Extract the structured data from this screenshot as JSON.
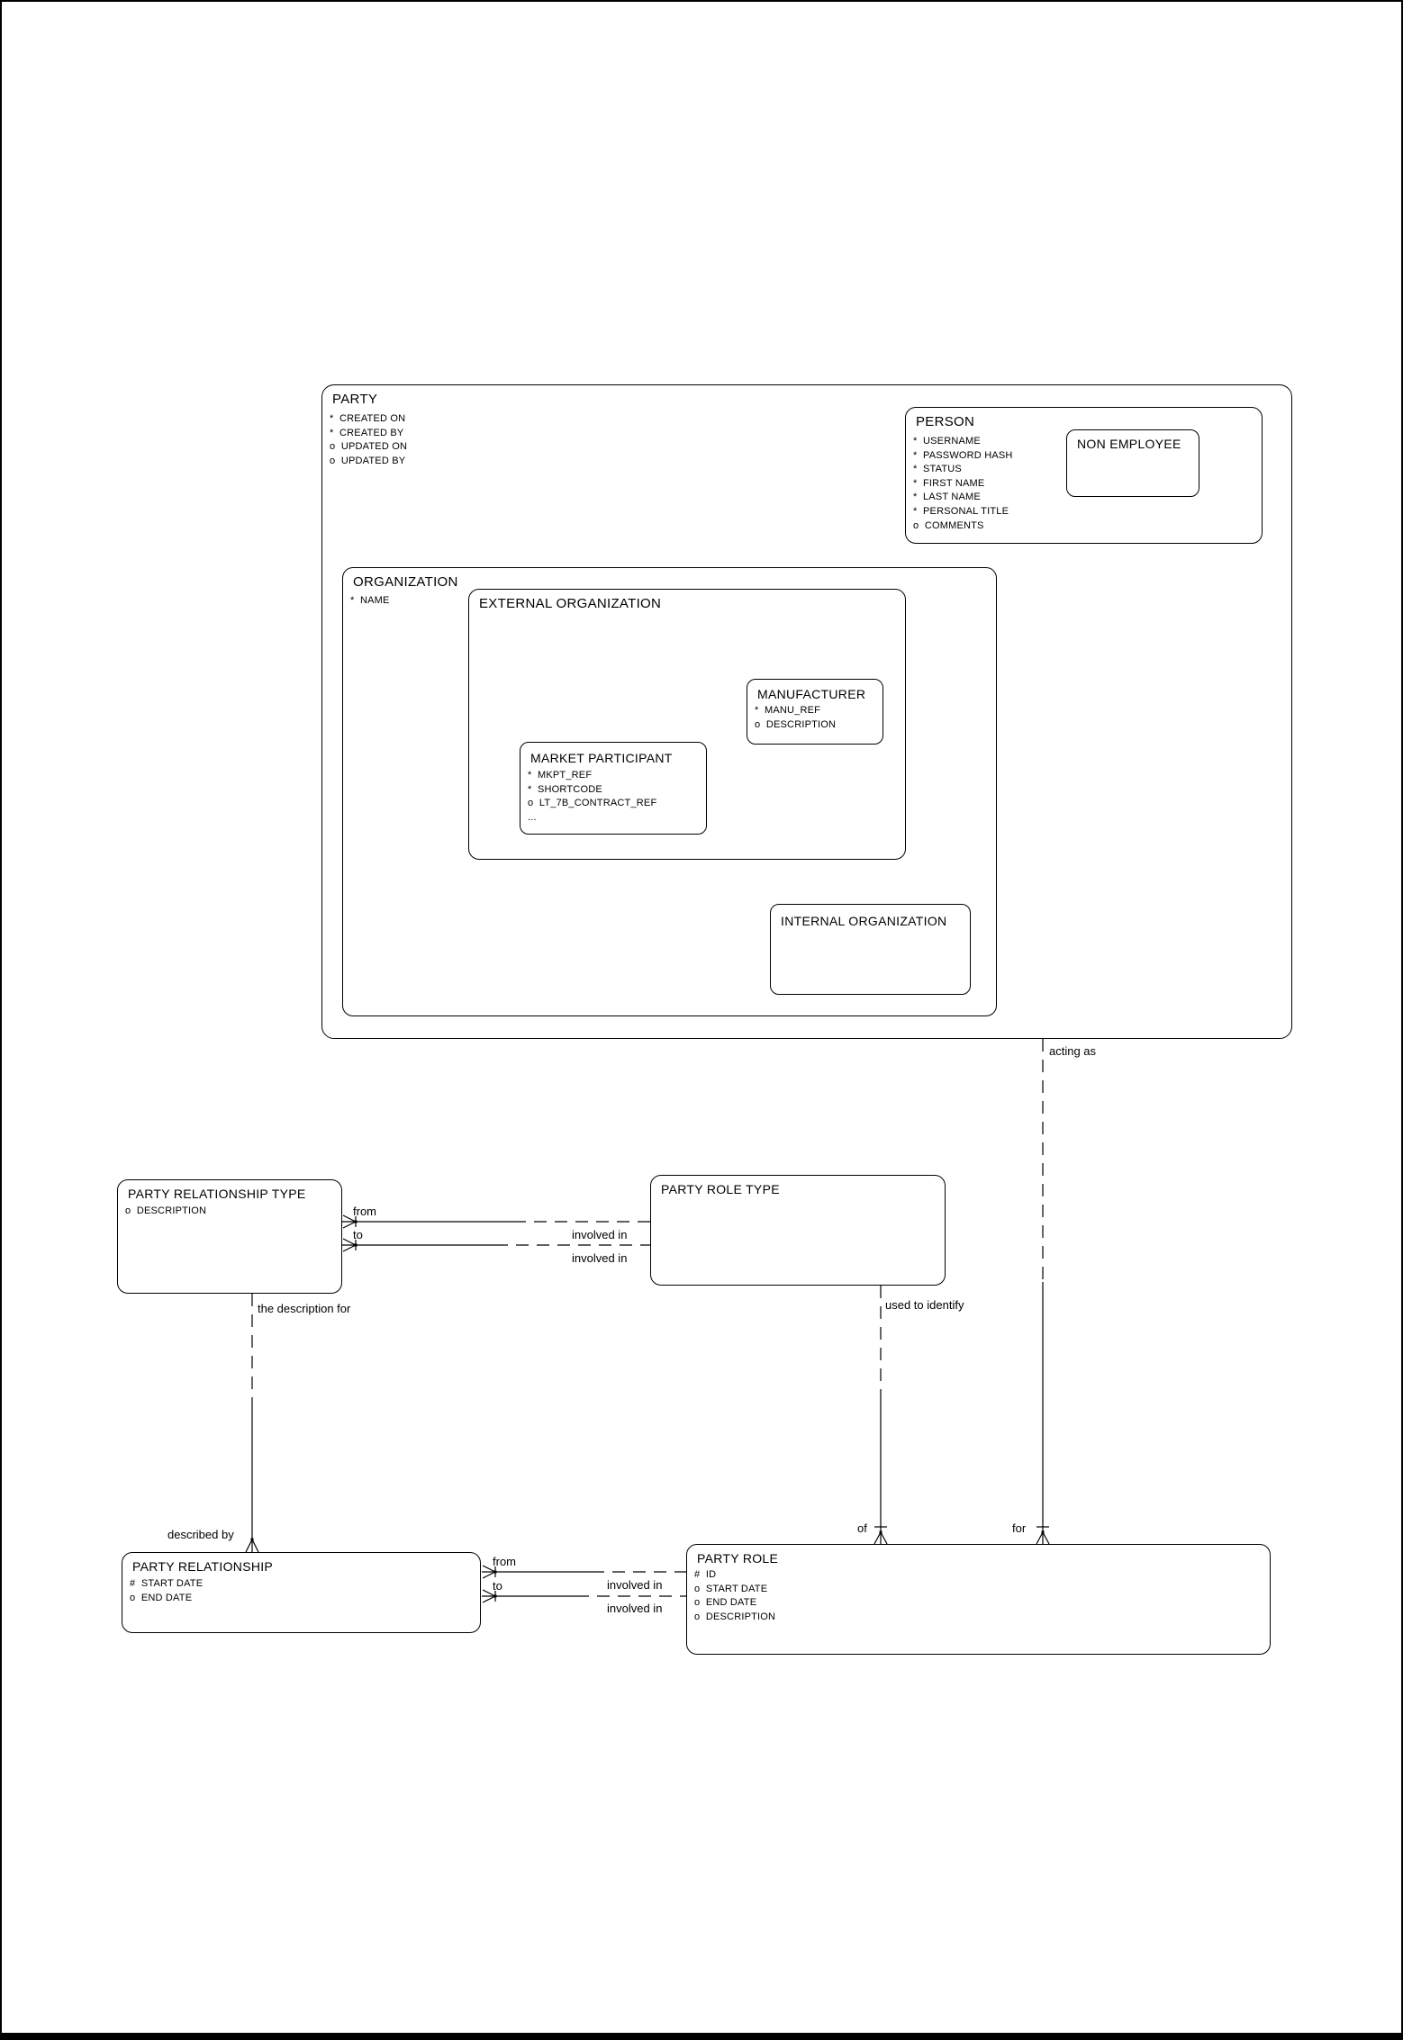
{
  "diagram": {
    "colors": {
      "line": "#000000",
      "background": "#ffffff"
    },
    "entities": {
      "party": {
        "title": "PARTY",
        "attributes": [
          "*  CREATED ON",
          "*  CREATED BY",
          "o  UPDATED ON",
          "o  UPDATED BY"
        ]
      },
      "person": {
        "title": "PERSON",
        "attributes": [
          "*  USERNAME",
          "*  PASSWORD HASH",
          "*  STATUS",
          "*  FIRST NAME",
          "*  LAST NAME",
          "*  PERSONAL TITLE",
          "o  COMMENTS"
        ]
      },
      "non_employee": {
        "title": "NON EMPLOYEE",
        "attributes": []
      },
      "organization": {
        "title": "ORGANIZATION",
        "attributes": [
          "*  NAME"
        ]
      },
      "external_organization": {
        "title": "EXTERNAL ORGANIZATION",
        "attributes": []
      },
      "manufacturer": {
        "title": "MANUFACTURER",
        "attributes": [
          "*  MANU_REF",
          "o  DESCRIPTION"
        ]
      },
      "market_participant": {
        "title": "MARKET PARTICIPANT",
        "attributes": [
          "*  MKPT_REF",
          "*  SHORTCODE",
          "o  LT_7B_CONTRACT_REF",
          "..."
        ]
      },
      "internal_organization": {
        "title": "INTERNAL ORGANIZATION",
        "attributes": []
      },
      "party_relationship_type": {
        "title": "PARTY RELATIONSHIP TYPE",
        "attributes": [
          "o  DESCRIPTION"
        ]
      },
      "party_role_type": {
        "title": "PARTY ROLE TYPE",
        "attributes": []
      },
      "party_relationship": {
        "title": "PARTY RELATIONSHIP",
        "attributes": [
          "#  START DATE",
          "o  END DATE"
        ]
      },
      "party_role": {
        "title": "PARTY ROLE",
        "attributes": [
          "#  ID",
          "o  START DATE",
          "o  END DATE",
          "o  DESCRIPTION"
        ]
      }
    },
    "labels": {
      "acting_as": "acting as",
      "from_top": "from",
      "to_top": "to",
      "involved_in_top_1": "involved in",
      "involved_in_top_2": "involved in",
      "the_description_for": "the description for",
      "used_to_identify": "used to identify",
      "described_by": "described by",
      "of": "of",
      "for": "for",
      "from_bottom": "from",
      "to_bottom": "to",
      "involved_in_bottom_1": "involved in",
      "involved_in_bottom_2": "involved in"
    }
  }
}
